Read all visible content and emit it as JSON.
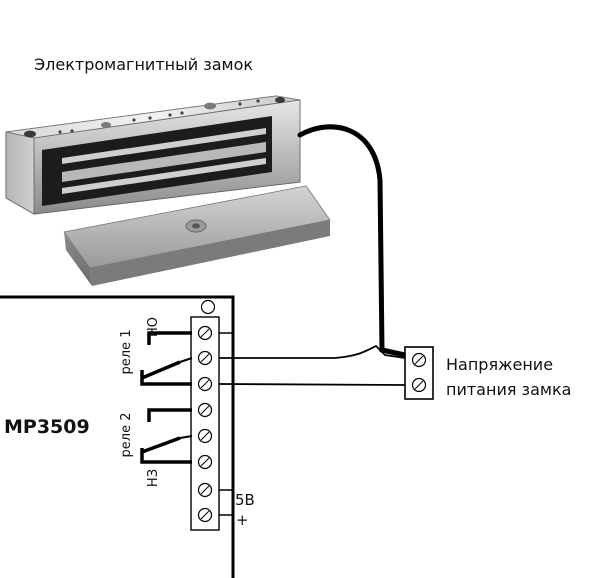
{
  "lock_title": "Электромагнитный замок",
  "device_name": "MP3509",
  "relay1_label": "реле 1",
  "relay2_label": "реле 2",
  "no_label": "НО",
  "nc_label": "НЗ",
  "power_label": "5В",
  "plus_label": "+",
  "supply_label_line1": "Напряжение",
  "supply_label_line2": "питания замка"
}
